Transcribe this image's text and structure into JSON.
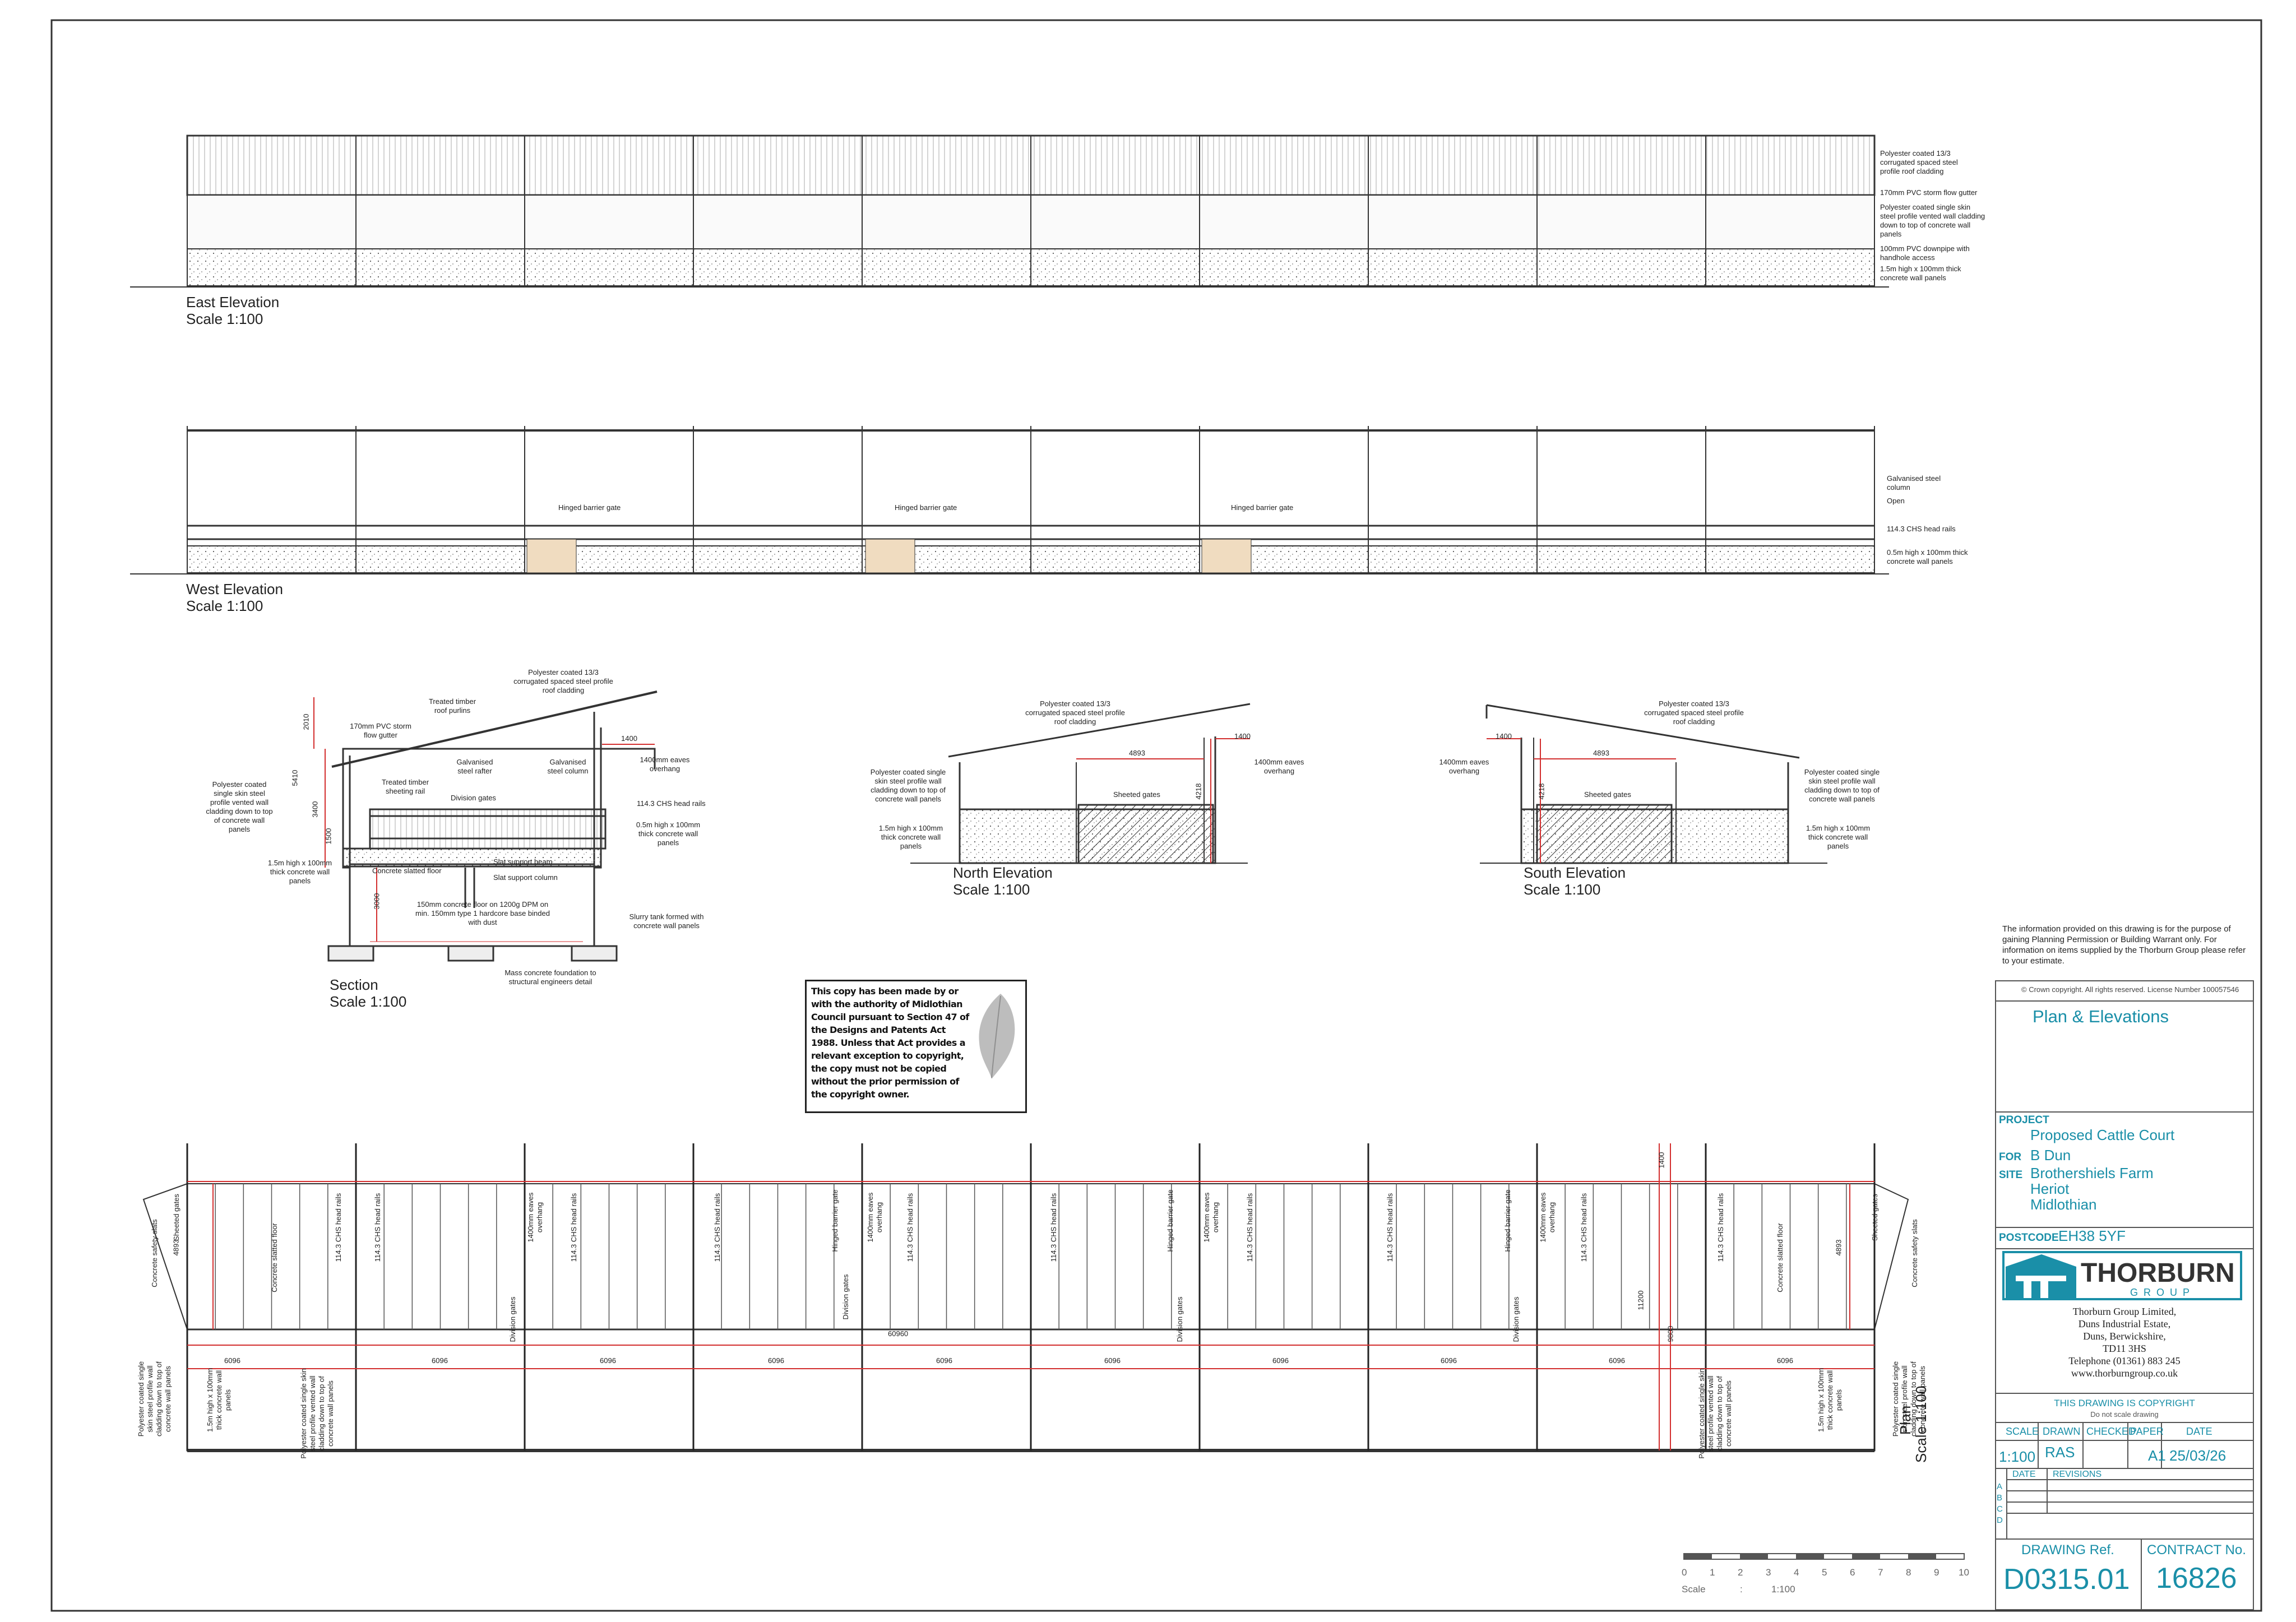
{
  "drawings": {
    "east": {
      "title": "East Elevation",
      "scale": "Scale 1:100",
      "notes": [
        "Polyester coated 13/3 corrugated spaced steel profile roof cladding",
        "170mm PVC storm flow gutter",
        "Polyester coated single skin steel profile vented wall cladding down to top of concrete wall panels",
        "100mm PVC downpipe with handhole access",
        "1.5m high x 100mm thick concrete wall panels"
      ]
    },
    "west": {
      "title": "West Elevation",
      "scale": "Scale 1:100",
      "gate_label": "Hinged barrier gate",
      "notes": [
        "Galvanised steel column",
        "Open",
        "114.3 CHS head rails",
        "0.5m high x 100mm thick concrete wall panels"
      ]
    },
    "section": {
      "title": "Section",
      "scale": "Scale 1:100",
      "notes": {
        "roof": "Polyester coated 13/3 corrugated spaced steel profile roof cladding",
        "purlins": "Treated timber roof purlins",
        "gutter": "170mm PVC storm flow gutter",
        "rafter": "Galvanised steel rafter",
        "column": "Galvanised steel column",
        "sheeting_rail": "Treated timber sheeting rail",
        "division_gates": "Division gates",
        "wall_cladding": "Polyester coated single skin steel profile vented wall cladding down to top of concrete wall panels",
        "head_rails": "114.3 CHS head rails",
        "half_panels": "0.5m high x 100mm thick concrete wall panels",
        "panels": "1.5m high x 100mm thick concrete wall panels",
        "slatted_floor": "Concrete slatted floor",
        "slat_beam": "Slat support beam",
        "slat_column": "Slat support column",
        "floor": "150mm concrete floor on 1200g DPM on min. 150mm type 1 hardcore base binded with dust",
        "slurry": "Slurry tank formed with concrete wall panels",
        "foundation": "Mass concrete foundation to structural engineers detail",
        "eaves": "1400mm eaves overhang"
      },
      "dims": {
        "d2010": "2010",
        "d5410": "5410",
        "d3400": "3400",
        "d1500": "1500",
        "d3000": "3000",
        "d1400": "1400"
      }
    },
    "north": {
      "title": "North Elevation",
      "scale": "Scale 1:100",
      "roof": "Polyester coated 13/3 corrugated spaced steel profile roof cladding",
      "wall": "Polyester coated single skin steel profile wall cladding down to top of concrete wall panels",
      "panels": "1.5m high x 100mm thick concrete wall panels",
      "gates": "Sheeted gates",
      "eaves": "1400mm eaves overhang",
      "d1400": "1400",
      "d4893": "4893",
      "d4218": "4218"
    },
    "south": {
      "title": "South Elevation",
      "scale": "Scale 1:100",
      "roof": "Polyester coated 13/3 corrugated spaced steel profile roof cladding",
      "wall": "Polyester coated single skin steel profile wall cladding down to top of concrete wall panels",
      "panels": "1.5m high x 100mm thick concrete wall panels",
      "gates": "Sheeted gates",
      "eaves": "1400mm eaves overhang",
      "d1400": "1400",
      "d4893": "4893",
      "d4218": "4218"
    },
    "plan": {
      "title": "Plan",
      "scale": "Scale 1:100",
      "bay": "6096",
      "overall": "60960",
      "d4893": "4893",
      "d1400": "1400",
      "d11200": "11200",
      "d9800": "9800",
      "head_rails": "114.3 CHS head rails",
      "slatted_floor": "Concrete slatted floor",
      "barrier_gate": "Hinged barrier gate",
      "eaves": "1400mm eaves overhang",
      "division_gates": "Division gates",
      "safety_slats": "Concrete safety slats",
      "sheeted_gates": "Sheeted gates",
      "panels_15": "1.5m high x 100mm thick concrete wall panels",
      "vented": "Polyester coated single skin steel profile vented wall cladding down to top of concrete wall panels",
      "wall_down": "Polyester coated single skin steel profile wall cladding down to top of concrete wall panels"
    }
  },
  "copyright_notice": "This copy has been made by or with the authority of Midlothian Council pursuant to Section 47 of the Designs and Patents Act 1988. Unless that Act provides a relevant exception to copyright, the copy must not be copied without the prior permission of the copyright owner.",
  "scale_bar": {
    "ticks": [
      "0",
      "1",
      "2",
      "3",
      "4",
      "5",
      "6",
      "7",
      "8",
      "9",
      "10"
    ],
    "label": "Scale",
    "colon": ":",
    "ratio": "1:100"
  },
  "title_block": {
    "info": "The information provided on this drawing is for the purpose of gaining Planning Permission or Building Warrant only. For information on items supplied by the Thorburn Group please refer to your estimate.",
    "crown": "© Crown copyright. All rights reserved. License Number 100057546",
    "drawing_title": "Plan & Elevations",
    "project_label": "PROJECT",
    "project": "Proposed Cattle Court",
    "for_label": "FOR",
    "client": "B Dun",
    "site_label": "SITE",
    "site_lines": [
      "Brothershiels Farm",
      "Heriot",
      "Midlothian"
    ],
    "postcode_label": "POSTCODE",
    "postcode": "EH38 5YF",
    "logo_word": "THORBURN",
    "logo_sub": "GROUP",
    "address": [
      "Thorburn Group Limited,",
      "Duns Industrial Estate,",
      "Duns, Berwickshire,",
      "TD11 3HS",
      "Telephone (01361) 883 245",
      "www.thorburngroup.co.uk"
    ],
    "copyright": "THIS DRAWING IS COPYRIGHT",
    "no_scale": "Do not scale drawing",
    "headers": {
      "scale": "SCALE",
      "drawn": "DRAWN",
      "checked": "CHECKED",
      "paper": "PAPER",
      "date": "DATE"
    },
    "values": {
      "scale": "1:100",
      "drawn": "RAS",
      "checked": "",
      "paper": "A1",
      "date": "25/03/26"
    },
    "rev_headers": {
      "date": "DATE",
      "revisions": "REVISIONS"
    },
    "rev_letters": [
      "A",
      "B",
      "C",
      "D"
    ],
    "drawing_ref_label": "DRAWING Ref.",
    "drawing_ref": "D0315.01",
    "contract_label": "CONTRACT No.",
    "contract": "16826"
  },
  "colors": {
    "accent": "#1a8fa8",
    "dimension": "#d32f2f",
    "line": "#333333"
  }
}
